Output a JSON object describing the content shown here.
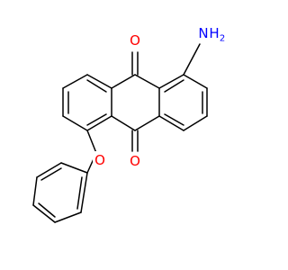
{
  "colors": {
    "bond": "#000000",
    "oxygen": "#ff0000",
    "nitrogen": "#0000ff",
    "background": "#ffffff"
  },
  "atoms": {
    "o_top": "O",
    "o_bottom": "O",
    "o_ether": "O",
    "nh2_n": "N",
    "nh2_h": "H",
    "nh2_sub": "2"
  }
}
